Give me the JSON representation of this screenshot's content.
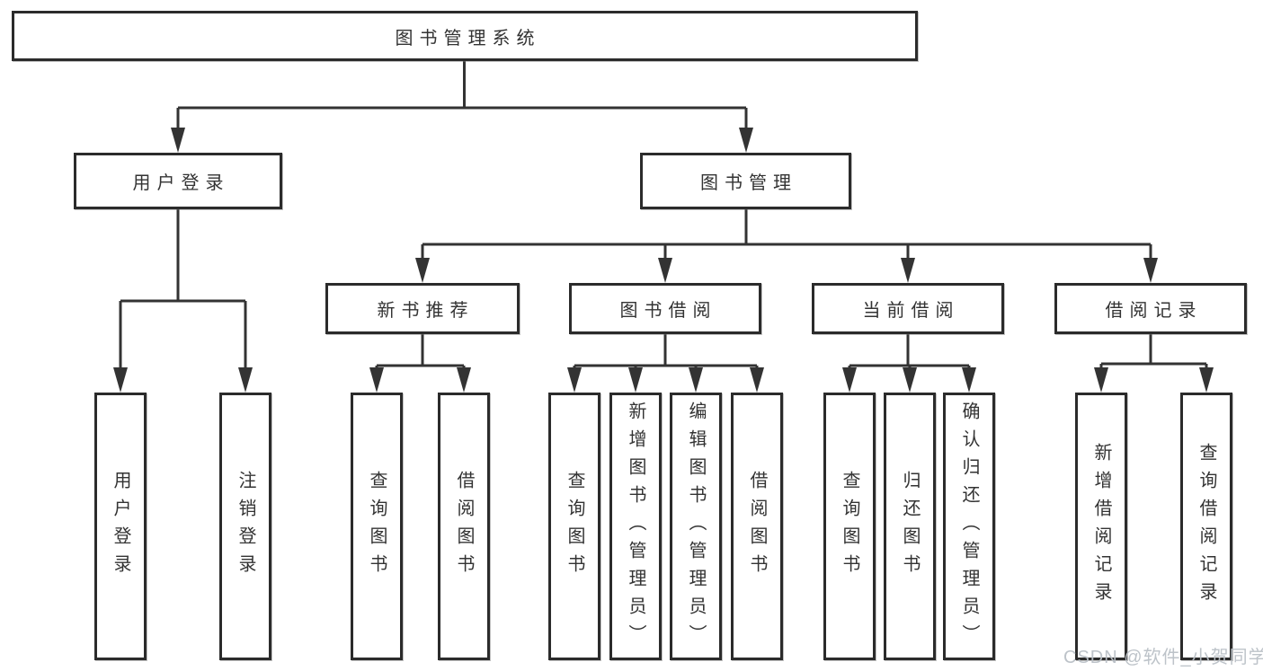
{
  "diagram": {
    "title": "图书管理系统",
    "type": "hierarchy-tree",
    "colors": {
      "line": "#333333",
      "box_border": "#2b2b2b",
      "box_fill": "#ffffff",
      "text": "#333333",
      "watermark": "#b9c0c6"
    },
    "tree": {
      "label": "图书管理系统",
      "children": [
        {
          "label": "用户登录",
          "children": [
            {
              "label": "用户登录"
            },
            {
              "label": "注销登录"
            }
          ]
        },
        {
          "label": "图书管理",
          "children": [
            {
              "label": "新书推荐",
              "children": [
                {
                  "label": "查询图书"
                },
                {
                  "label": "借阅图书"
                }
              ]
            },
            {
              "label": "图书借阅",
              "children": [
                {
                  "label": "查询图书"
                },
                {
                  "label": "新增图书（管理员）"
                },
                {
                  "label": "编辑图书（管理员）"
                },
                {
                  "label": "借阅图书"
                }
              ]
            },
            {
              "label": "当前借阅",
              "children": [
                {
                  "label": "查询图书"
                },
                {
                  "label": "归还图书"
                },
                {
                  "label": "确认归还（管理员）"
                }
              ]
            },
            {
              "label": "借阅记录",
              "children": [
                {
                  "label": "新增借阅记录"
                },
                {
                  "label": "查询借阅记录"
                }
              ]
            }
          ]
        }
      ]
    },
    "watermark": "CSDN @软件_小贺同学"
  }
}
